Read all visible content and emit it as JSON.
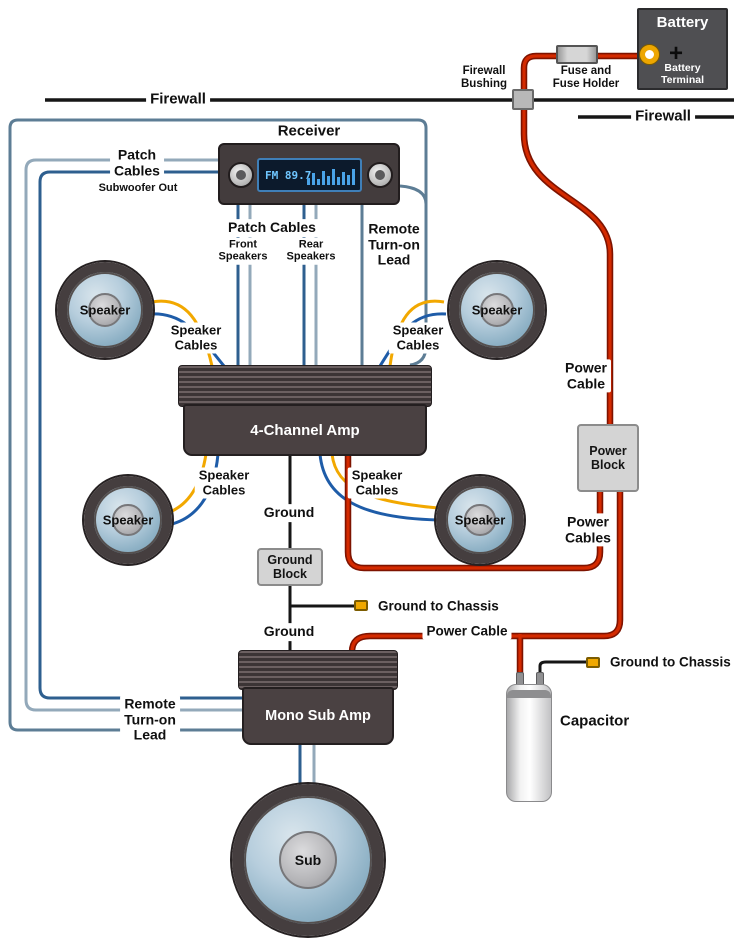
{
  "firewall": {
    "left": "Firewall",
    "right": "Firewall",
    "bushing": "Firewall\nBushing"
  },
  "battery": {
    "title": "Battery",
    "terminal": "Battery\nTerminal",
    "plus": "+"
  },
  "fuse": {
    "label": "Fuse and\nFuse Holder"
  },
  "receiver": {
    "title": "Receiver",
    "display": "FM 89.7"
  },
  "patch_left": {
    "title": "Patch\nCables",
    "subtitle": "Subwoofer Out"
  },
  "patch_mid": {
    "title": "Patch Cables",
    "front": "Front\nSpeakers",
    "rear": "Rear\nSpeakers"
  },
  "remote": {
    "top": "Remote\nTurn-on\nLead",
    "bottom": "Remote\nTurn-on\nLead"
  },
  "speakers": {
    "upper_left": "Speaker",
    "upper_right": "Speaker",
    "lower_left": "Speaker",
    "lower_right": "Speaker",
    "sub": "Sub"
  },
  "speaker_cables": {
    "upper_left": "Speaker\nCables",
    "upper_right": "Speaker\nCables",
    "lower_left": "Speaker\nCables",
    "lower_right": "Speaker\nCables"
  },
  "amps": {
    "four_channel": "4-Channel Amp",
    "mono_sub": "Mono Sub Amp"
  },
  "power": {
    "cable_right": "Power\nCable",
    "block": "Power\nBlock",
    "cables": "Power\nCables",
    "cable_mid": "Power Cable"
  },
  "ground": {
    "upper": "Ground",
    "block": "Ground\nBlock",
    "chassis_upper": "Ground to Chassis",
    "lower": "Ground",
    "chassis_lower": "Ground to Chassis"
  },
  "capacitor": {
    "label": "Capacitor"
  },
  "colors": {
    "wire-red": "#d42a00",
    "wire-red-dark": "#7e1300",
    "wire-yellow": "#f2a800",
    "wire-blue": "#1e5ca8",
    "wire-steel-light": "#93a9ba",
    "wire-steel-blue": "#2e5f8f",
    "wire-steel-dark": "#5d7d95",
    "wire-black": "#161616",
    "terminal-yellow": "#f0a800"
  }
}
